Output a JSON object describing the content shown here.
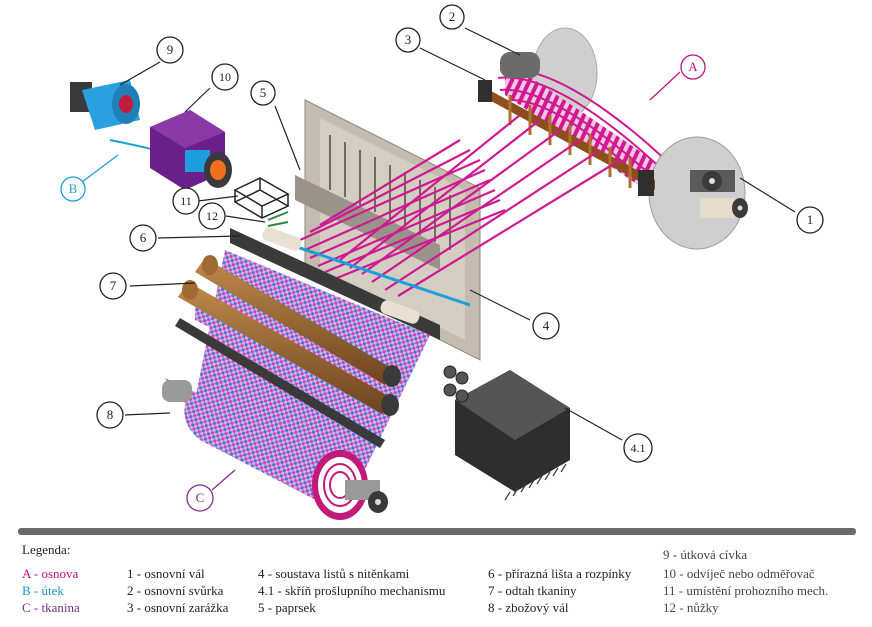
{
  "callouts": {
    "c1": "1",
    "c2": "2",
    "c3": "3",
    "c4": "4",
    "c41": "4.1",
    "c5": "5",
    "c6": "6",
    "c7": "7",
    "c8": "8",
    "c9": "9",
    "c10": "10",
    "c11": "11",
    "c12": "12",
    "cA": "A",
    "cB": "B",
    "cC": "C"
  },
  "legend": {
    "title": "Legenda:",
    "col1": [
      "A - osnova",
      "B - útek",
      "C - tkanina"
    ],
    "col2": [
      "1 - osnovní vál",
      "2 - osnovní svůrka",
      "3 - osnovní zarážka"
    ],
    "col3": [
      "4 - soustava listů s nitěnkami",
      "4.1 - skříň prošlupního mechanismu",
      "5 - paprsek"
    ],
    "col4": [
      "6 - přírazná lišta a rozpínky",
      "7 - odtah tkaniny",
      "8 - zbožový vál"
    ],
    "col5": [
      "9 - útková cívka",
      "10 - odvíječ nebo odměřovač",
      "11 - umístění prohozního mech.",
      "12 - nůžky"
    ]
  },
  "colors": {
    "warp": "#d01890",
    "weft": "#1a9fdc",
    "fabric": "#7b2d8e",
    "machine_dark": "#3a3a3a",
    "roller_wood": "#8a5a2a",
    "frame_grey": "#bdb5a8"
  }
}
